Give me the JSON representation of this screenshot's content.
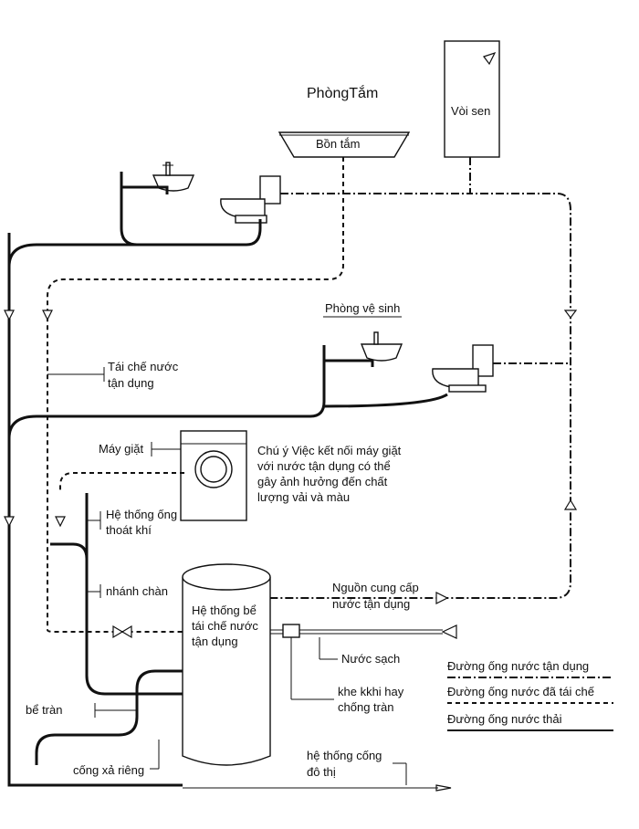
{
  "rooms": {
    "bathroom": "PhòngTắm",
    "toilet_room": "Phòng vệ sinh"
  },
  "fixtures": {
    "shower": "Vòi sen",
    "bathtub": "Bồn tắm",
    "washing_machine": "Máy giặt",
    "tank": [
      "Hệ thống bể",
      "tái chế nước",
      "tận dụng"
    ]
  },
  "labels": {
    "reuse_recycled": [
      "Tái chế nước",
      "tận dụng"
    ],
    "note": [
      "Chú ý  Việc kết nối máy giặt",
      "với nước tận dụng có thể",
      "gây ảnh hưởng đến chất",
      "lượng  vải và màu"
    ],
    "vent_system": [
      "Hệ thống ống",
      "thoát khí"
    ],
    "branch": "nhánh chàn",
    "reuse_supply": [
      "Nguồn cung cấp",
      "nước tận dụng"
    ],
    "clean_water": "Nước sạch",
    "air_gap": [
      "khe kkhi hay",
      "chống tràn"
    ],
    "overflow": "bể tràn",
    "private_drain": "cống xả riêng",
    "city_sewer": [
      "hệ thống cống",
      "đô thị"
    ]
  },
  "legend": [
    {
      "label": "Đường ống nước tận dụng",
      "line": "dash-dot"
    },
    {
      "label": "Đường ống nước đã tái chế",
      "line": "dashed"
    },
    {
      "label": "Đường ống nước thải",
      "line": "solid"
    }
  ],
  "colors": {
    "ink": "#111111",
    "background": "#ffffff"
  }
}
